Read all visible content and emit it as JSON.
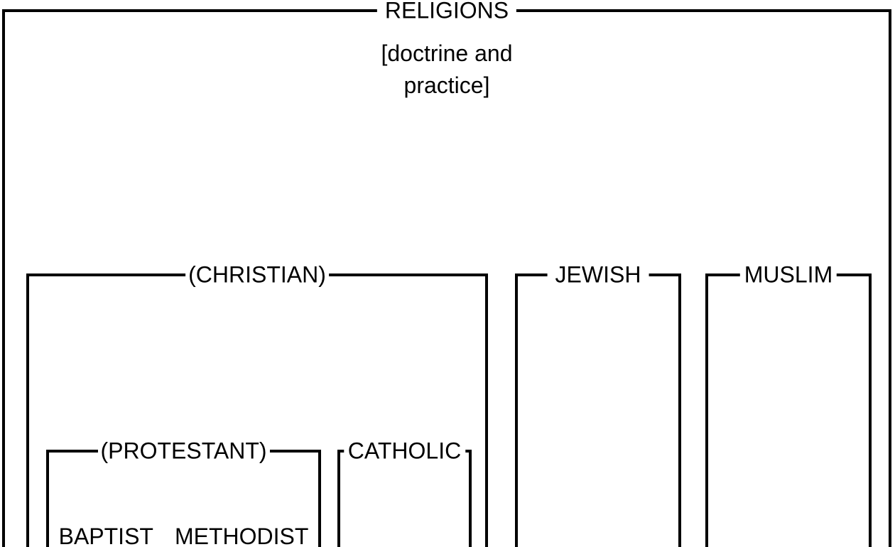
{
  "colors": {
    "background": "#ffffff",
    "line": "#000000",
    "text": "#000000"
  },
  "boxes": {
    "religions": {
      "label": "RELIGIONS",
      "annotation_lines": [
        "[doctrine and",
        "practice]"
      ]
    },
    "christian": {
      "label": "(CHRISTIAN)"
    },
    "protestant": {
      "label": "(PROTESTANT)",
      "members": [
        "BAPTIST",
        "METHODIST"
      ]
    },
    "catholic": {
      "label": "CATHOLIC"
    },
    "jewish": {
      "label": "JEWISH"
    },
    "muslim": {
      "label": "MUSLIM"
    }
  }
}
